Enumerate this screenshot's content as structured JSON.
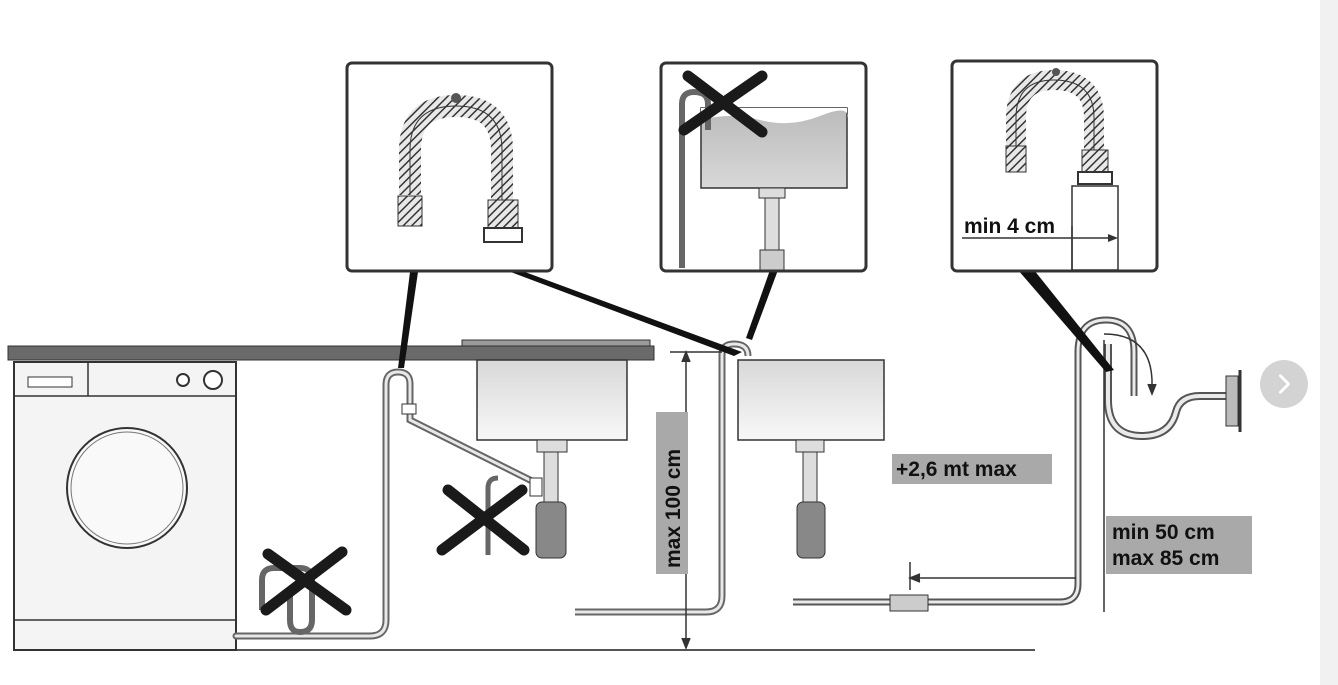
{
  "labels": {
    "max_height": "max 100 cm",
    "extension": "+2,6 mt max",
    "min_gap": "min 4 cm",
    "height_min": "min 50 cm",
    "height_max": "max 85 cm"
  },
  "nav": {
    "next_icon": "chevron-right-icon"
  },
  "colors": {
    "counter": "#666666",
    "hose": "#777777",
    "label_bg": "#a9a9a9",
    "nav_bg": "#d3d3d3"
  }
}
